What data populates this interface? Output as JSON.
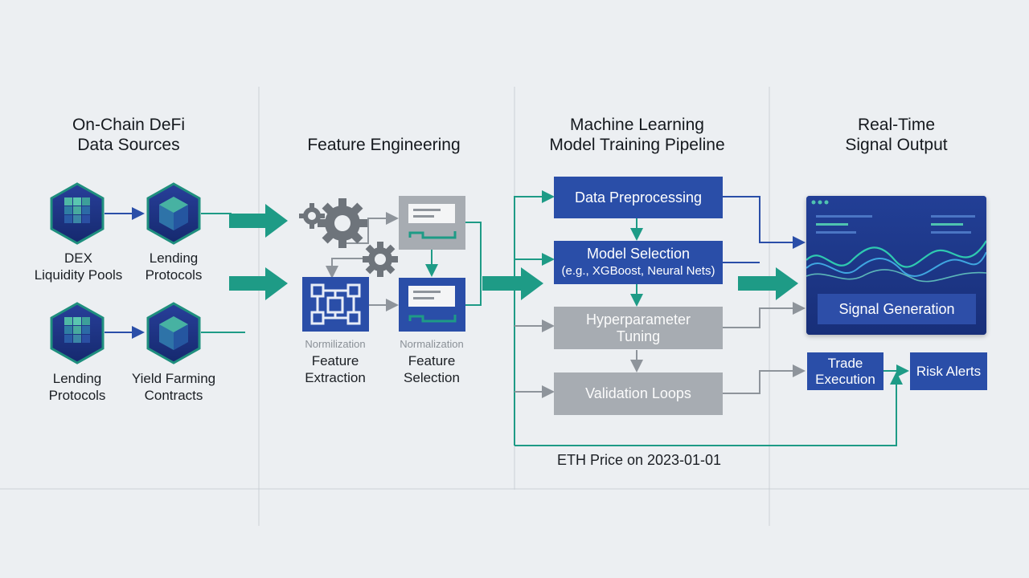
{
  "columns": {
    "sources": "On-Chain DeFi\nData Sources",
    "features": "Feature Engineering",
    "training": "Machine Learning\nModel Training Pipeline",
    "output": "Real-Time\nSignal Output"
  },
  "sources": {
    "dex": "DEX\nLiquidity Pools",
    "lending_top": "Lending\nProtocols",
    "lending_bottom": "Lending\nProtocols",
    "yield": "Yield Farming\nContracts"
  },
  "features": {
    "normalization_1": "Normilization",
    "extraction": "Feature\nExtraction",
    "normalization_2": "Normalization",
    "selection": "Feature\nSelection"
  },
  "pipeline": {
    "preprocessing": "Data Preprocessing",
    "model_selection": "Model Selection",
    "model_selection_sub": "(e.g., XGBoost, Neural Nets)",
    "hyperparameter": "Hyperparameter\nTuning",
    "validation": "Validation Loops"
  },
  "output": {
    "signal": "Signal Generation",
    "trade": "Trade\nExecution",
    "risk": "Risk Alerts"
  },
  "footer_note": "ETH Price on 2023-01-01",
  "colors": {
    "teal": "#1e9b86",
    "navy": "#2a4ea8",
    "gray_box": "#a7acb2",
    "background": "#eceff2"
  },
  "icons": [
    "cube-stack-icon",
    "cube-icon",
    "gear-icon",
    "circuit-board-icon",
    "document-card-icon",
    "wave-chart-icon"
  ]
}
